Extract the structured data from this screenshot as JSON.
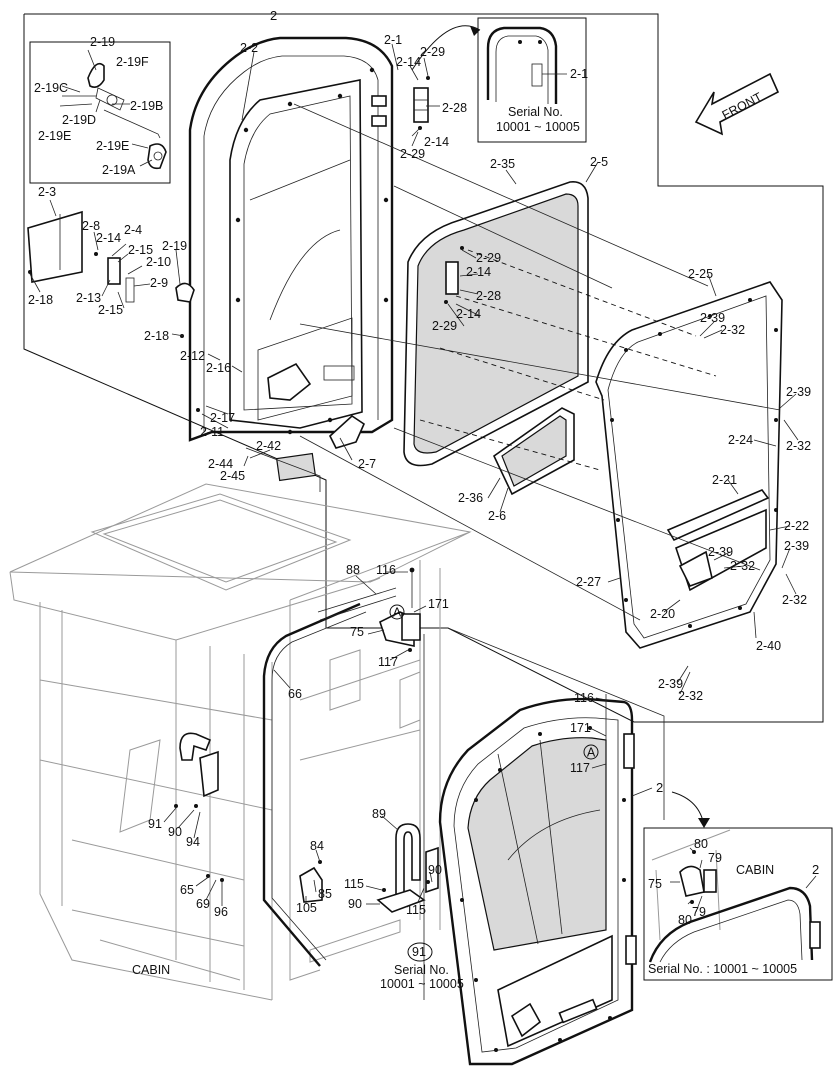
{
  "callouts": {
    "c2_top": "2",
    "c2_19": "2-19",
    "c2_19F": "2-19F",
    "c2_19C": "2-19C",
    "c2_19D": "2-19D",
    "c2_19B": "2-19B",
    "c2_19E_left": "2-19E",
    "c2_19E": "2-19E",
    "c2_19A": "2-19A",
    "c2_2": "2-2",
    "c2_1": "2-1",
    "c2_29a": "2-29",
    "c2_14a": "2-14",
    "c2_28a": "2-28",
    "c2_14b": "2-14",
    "c2_29b": "2-29",
    "c2_1_inset": "2-1",
    "c2_3": "2-3",
    "c2_8": "2-8",
    "c2_14c": "2-14",
    "c2_4": "2-4",
    "c2_15a": "2-15",
    "c2_10": "2-10",
    "c2_9": "2-9",
    "c2_18a": "2-18",
    "c2_13": "2-13",
    "c2_15b": "2-15",
    "c2_18b": "2-18",
    "c2_12": "2-12",
    "c2_16": "2-16",
    "c2_17": "2-17",
    "c2_11": "2-11",
    "c2_42": "2-42",
    "c2_44": "2-44",
    "c2_45": "2-45",
    "c2_7": "2-7",
    "c2_35": "2-35",
    "c2_5": "2-5",
    "c2_29c": "2-29",
    "c2_14d": "2-14",
    "c2_28b": "2-28",
    "c2_14e": "2-14",
    "c2_29d": "2-29",
    "c2_36": "2-36",
    "c2_6": "2-6",
    "c2_25": "2-25",
    "c2_39a": "2-39",
    "c2_32a": "2-32",
    "c2_39b": "2-39",
    "c2_32b": "2-32",
    "c2_24": "2-24",
    "c2_21": "2-21",
    "c2_22": "2-22",
    "c2_39c": "2-39",
    "c2_39d": "2-39",
    "c2_32c": "2-32",
    "c2_32d": "2-32",
    "c2_27": "2-27",
    "c2_20": "2-20",
    "c2_40": "2-40",
    "c2_39e": "2-39",
    "c2_32e": "2-32",
    "c88": "88",
    "c116a": "116",
    "c171a": "171",
    "c75a": "75",
    "c117a": "117",
    "c66": "66",
    "c116b": "116",
    "c171b": "171",
    "c117b": "117",
    "c2_mid": "2",
    "c91a": "91",
    "c90a": "90",
    "c94": "94",
    "c84": "84",
    "c85": "85",
    "c105": "105",
    "c89": "89",
    "c115a": "115",
    "c90b": "90",
    "c115b": "115",
    "c90c": "90",
    "c65": "65",
    "c69": "69",
    "c96": "96",
    "c91b": "91",
    "c80a": "80",
    "c79a": "79",
    "c75b": "75",
    "c80b": "80",
    "c79b": "79",
    "c2_inset2": "2"
  },
  "marks": {
    "circleA1": "A",
    "circleA2": "A"
  },
  "texts": {
    "serial_top_1": "Serial No.",
    "serial_top_2": "10001 ~ 10005",
    "front": "FRONT",
    "cabin_main": "CABIN",
    "serial_mid_1": "Serial No.",
    "serial_mid_2": "10001 ~ 10005",
    "cabin_inset": "CABIN",
    "serial_inset": "Serial No. : 10001 ~ 10005"
  }
}
